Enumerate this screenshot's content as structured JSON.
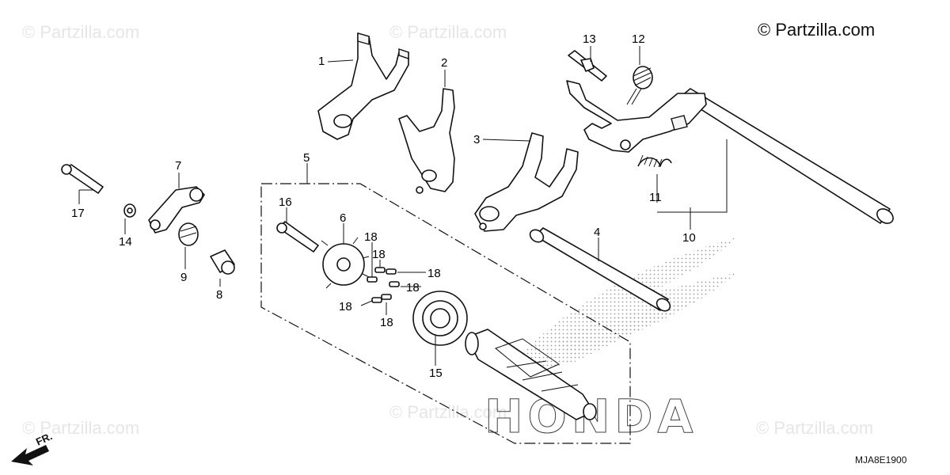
{
  "copyright": "© Partzilla.com",
  "watermark_text": "© Partzilla.com",
  "diagram_code": "MJA8E1900",
  "front_indicator": "FR.",
  "brand_watermark": "HONDA",
  "callouts": {
    "c1": "1",
    "c2": "2",
    "c3": "3",
    "c4": "4",
    "c5": "5",
    "c6": "6",
    "c7": "7",
    "c8": "8",
    "c9": "9",
    "c10": "10",
    "c11": "11",
    "c12": "12",
    "c13": "13",
    "c14": "14",
    "c15": "15",
    "c16": "16",
    "c17": "17",
    "c18a": "18",
    "c18b": "18",
    "c18c": "18",
    "c18d": "18",
    "c18e": "18",
    "c18f": "18"
  },
  "colors": {
    "line": "#111111",
    "watermark": "#e6e6e6",
    "background": "#ffffff"
  }
}
